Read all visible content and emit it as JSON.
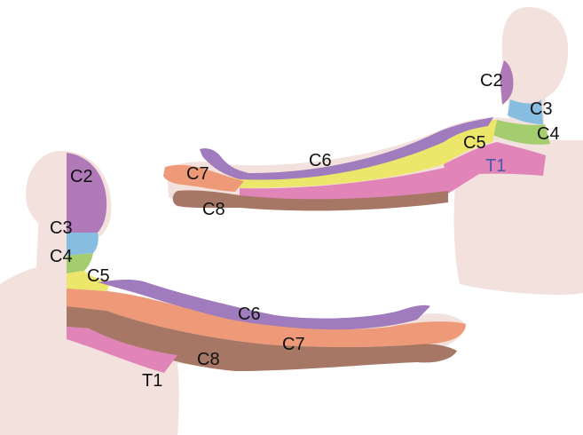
{
  "colors": {
    "skin": "#f2e1dc",
    "skin_shadow": "#e2c9c2",
    "C2": "#b07ab8",
    "C3": "#86bde0",
    "C4": "#a3cd6e",
    "C5": "#ece66b",
    "C6": "#a07bbd",
    "C7": "#ee9a78",
    "C8": "#a57764",
    "T1": "#e184b8",
    "label": "#111111",
    "label_T1_front": "#4d58a8"
  },
  "front_view": {
    "labels": {
      "C2": "C2",
      "C3": "C3",
      "C4": "C4",
      "C5": "C5",
      "C6": "C6",
      "C7": "C7",
      "C8": "C8",
      "T1": "T1"
    }
  },
  "back_view": {
    "labels": {
      "C2": "C2",
      "C3": "C3",
      "C4": "C4",
      "C5": "C5",
      "C6": "C6",
      "C7": "C7",
      "C8": "C8",
      "T1": "T1"
    }
  }
}
